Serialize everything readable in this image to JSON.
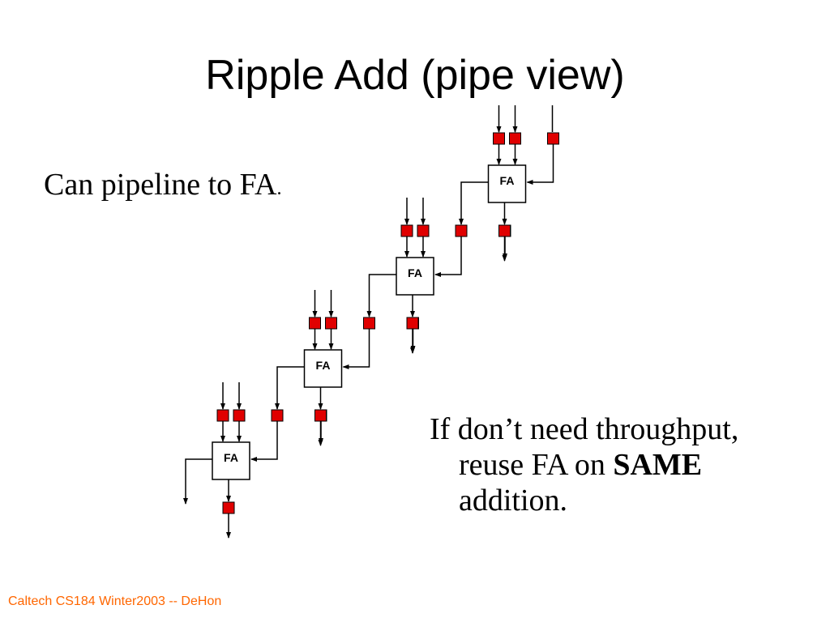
{
  "slide": {
    "title": "Ripple Add (pipe view)",
    "bullet1": {
      "text": "Can pipeline to FA",
      "suffix": "."
    },
    "bullet2": {
      "line1": "If don’t need throughput,",
      "line2_pre": "reuse FA on ",
      "line2_bold": "SAME",
      "line3": "addition."
    },
    "footer": "Caltech CS184 Winter2003 -- DeHon"
  },
  "diagram": {
    "block_label": "FA",
    "stages": 4,
    "register_color": "#e00000"
  }
}
